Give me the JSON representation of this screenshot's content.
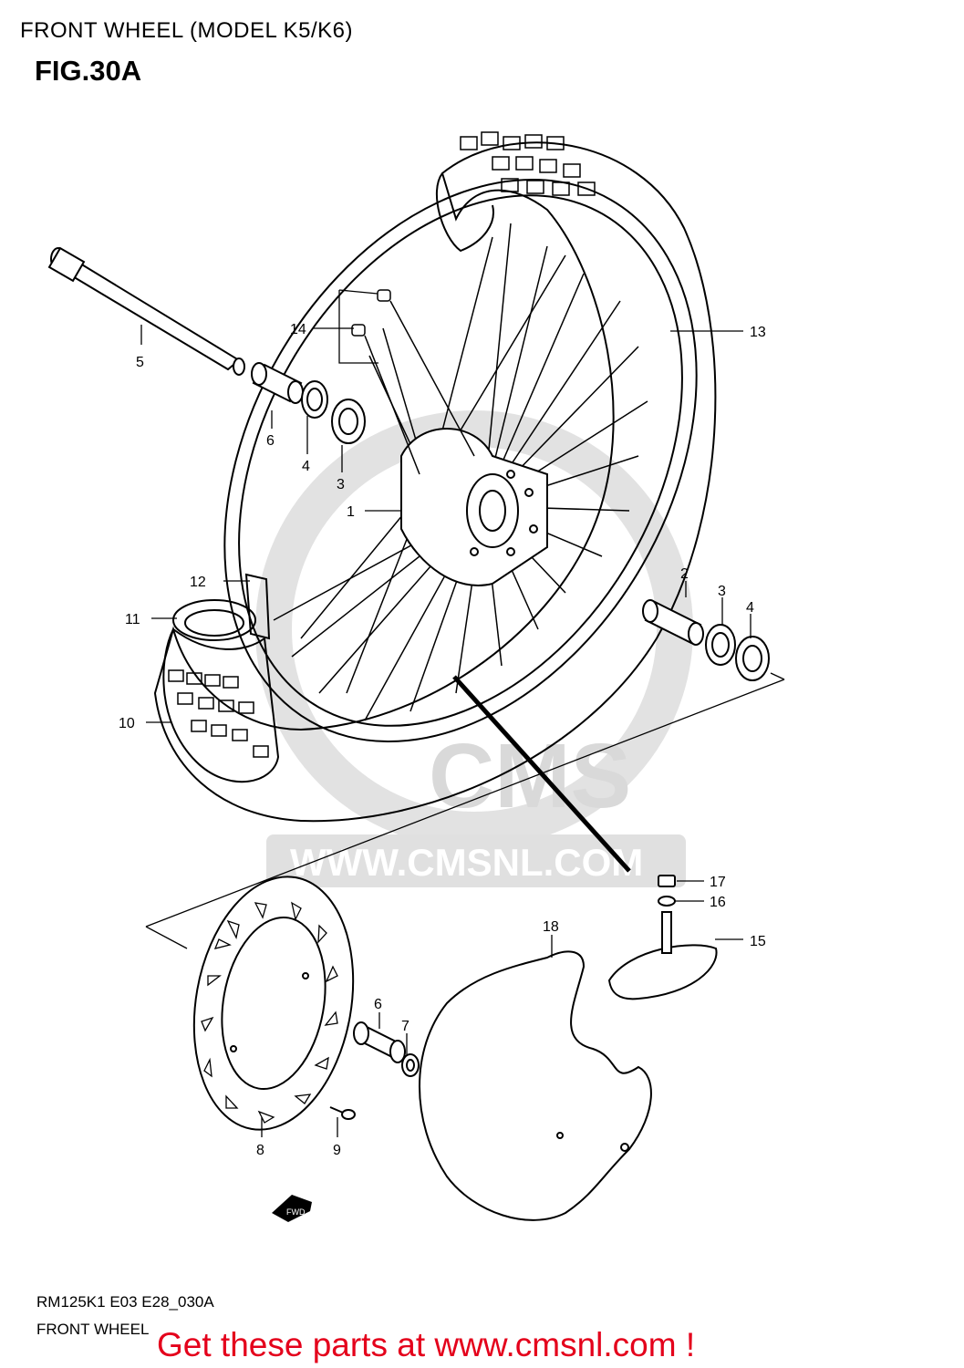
{
  "header": {
    "title": "FRONT WHEEL (MODEL K5/K6)",
    "figure": "FIG.30A"
  },
  "watermark": {
    "logo": "CMS",
    "url": "WWW.CMSNL.COM"
  },
  "callouts": {
    "c1": "1",
    "c2": "2",
    "c3a": "3",
    "c3b": "3",
    "c4a": "4",
    "c4b": "4",
    "c5": "5",
    "c6a": "6",
    "c6b": "6",
    "c7": "7",
    "c8": "8",
    "c9": "9",
    "c10": "10",
    "c11": "11",
    "c12": "12",
    "c13": "13",
    "c14": "14",
    "c15": "15",
    "c16": "16",
    "c17": "17",
    "c18": "18"
  },
  "fwd_label": "FWD",
  "footer": {
    "code": "RM125K1 E03 E28_030A",
    "name": "FRONT WHEEL",
    "cta": "Get these parts at www.cmsnl.com !"
  },
  "colors": {
    "line": "#000000",
    "watermark": "#d9d9d9",
    "cta": "#e4001b"
  }
}
